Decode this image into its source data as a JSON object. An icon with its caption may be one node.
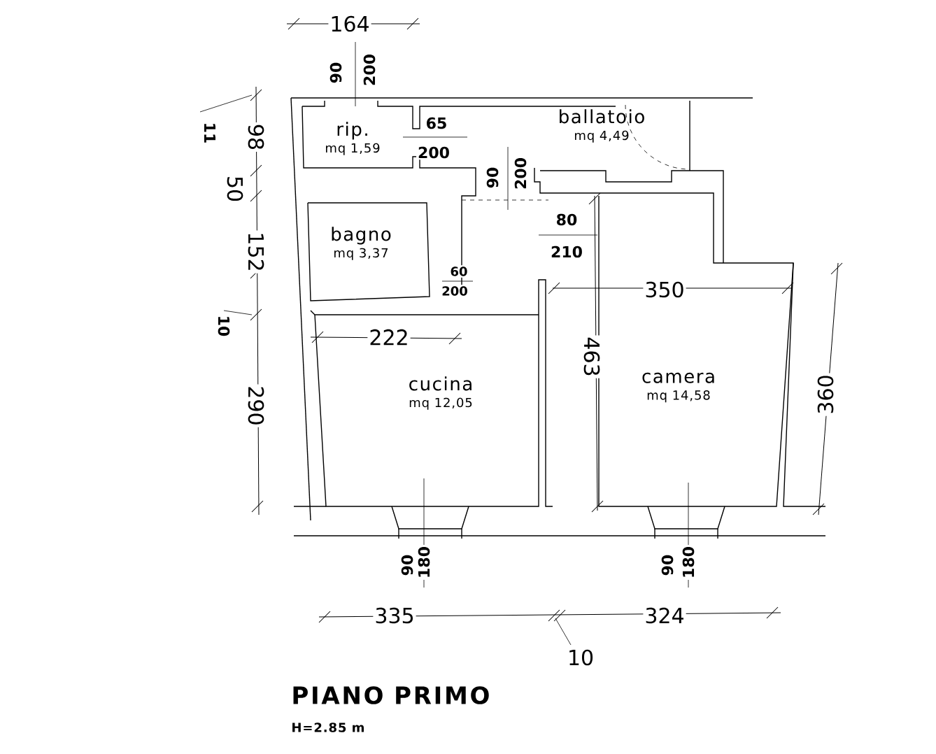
{
  "diagram": {
    "title": "PIANO PRIMO",
    "nodes": [
      {
        "text": [
          "rip.",
          "mq 1,59"
        ]
      },
      {
        "text": [
          "ballatoio",
          "mq 4,49"
        ]
      },
      {
        "text": [
          "bagno",
          "mq 3,37"
        ]
      },
      {
        "text": [
          "cucina",
          "mq 12,05"
        ]
      },
      {
        "text": [
          "camera",
          "mq 14,58"
        ]
      }
    ],
    "labels": [
      "164",
      "90",
      "200",
      "11",
      "98",
      "50",
      "152",
      "10",
      "290",
      "65",
      "200",
      "90",
      "200",
      "80",
      "210",
      "60",
      "200",
      "222",
      "350",
      "463",
      "360",
      "90",
      "180",
      "90",
      "180",
      "335",
      "324",
      "10",
      "H=2.85 m"
    ]
  }
}
